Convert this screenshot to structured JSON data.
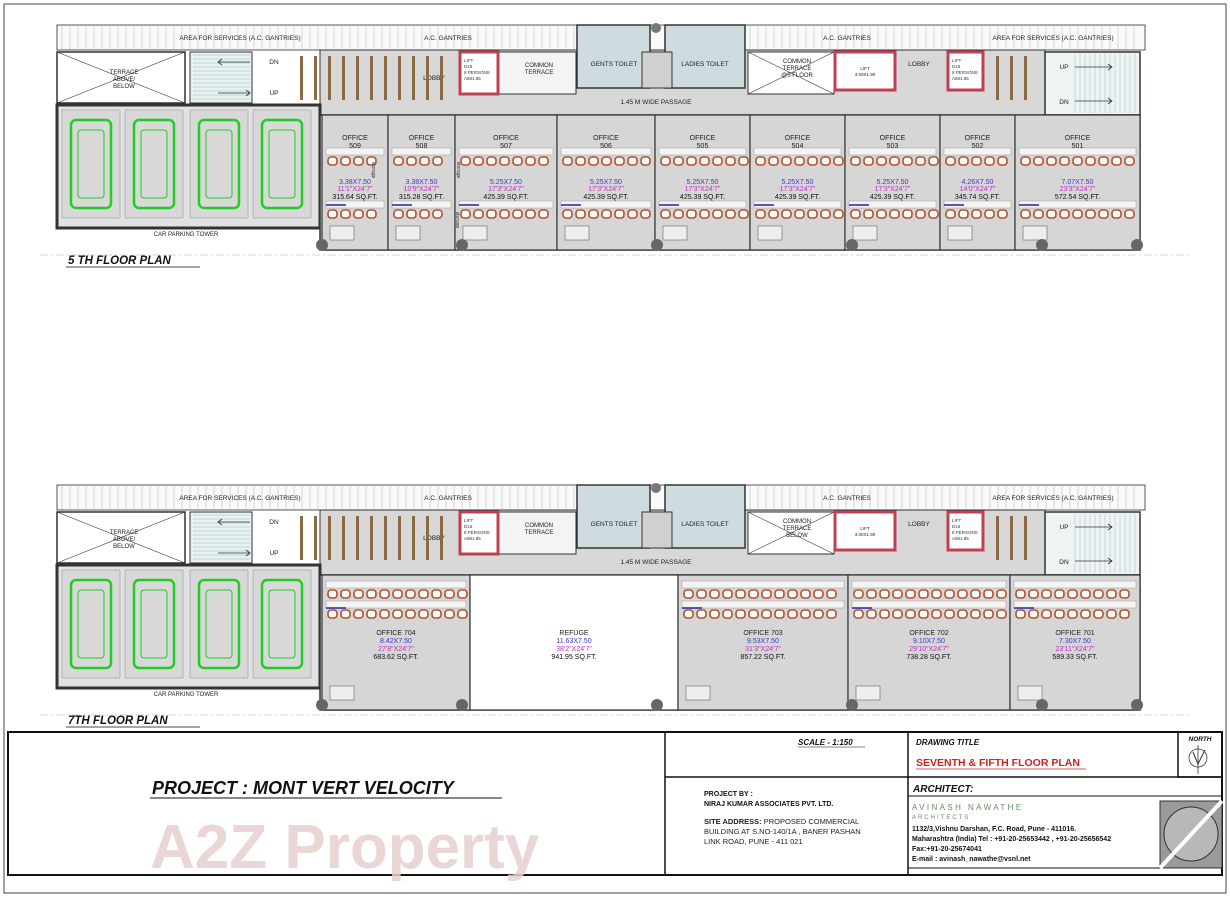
{
  "colors": {
    "wall": "#333333",
    "corridor": "#d8d8d8",
    "toilet": "#cfdcdf",
    "lift": "#c04050",
    "car": "#22cc22",
    "chair": "#b5522a",
    "dims_m": "#3a3ac8",
    "dims_ft": "#c030c0",
    "title_red": "#cc2222"
  },
  "floors": [
    {
      "title": "5 TH  FLOOR PLAN",
      "gantry_left": "AREA FOR SERVICES (A.C. GANTRIES)",
      "gantry_mid_left": "A.C. GANTRIES",
      "gantry_mid_right": "A.C. GANTRIES",
      "gantry_right": "AREA FOR SERVICES (A.C. GANTRIES)",
      "terrace": [
        "TERRACE",
        "ABOVE/",
        "BELOW"
      ],
      "stair_dn": "DN",
      "stair_up": "UP",
      "right_stair_up": "UP",
      "right_stair_dn": "DN",
      "lobby_left": "LOBBY",
      "lobby_right": "LOBBY",
      "lift_left": [
        "LIFT",
        "D16",
        "8 PERSONS",
        "A881.85"
      ],
      "lift_right": [
        "LIFT",
        "D16",
        "8 PERSONS",
        "A881.85"
      ],
      "lift_mid": [
        "LIFT",
        "3.00X1.90"
      ],
      "common_terrace": [
        "COMMON",
        "TERRACE"
      ],
      "gents_toilet": "GENTS TOILET",
      "ladies_toilet": "LADIES TOILET",
      "common_terrace_right": [
        "COMMON",
        "TERRACE",
        "@5 FLOOR"
      ],
      "passage": "1.45 M WIDE PASSAGE",
      "parking": "CAR PARKING TOWER",
      "storage": "storage",
      "offices": [
        {
          "name": "OFFICE",
          "no": "509",
          "dims_m": "3.38X7.50",
          "dims_ft": "11'1\"X24'7\"",
          "area": "315.64 SQ.FT."
        },
        {
          "name": "OFFICE",
          "no": "508",
          "dims_m": "3.38X7.50",
          "dims_ft": "10'9\"X24'7\"",
          "area": "315.28 SQ.FT."
        },
        {
          "name": "OFFICE",
          "no": "507",
          "dims_m": "5.25X7.50",
          "dims_ft": "17'3\"X24'7\"",
          "area": "425.39 SQ.FT."
        },
        {
          "name": "OFFICE",
          "no": "506",
          "dims_m": "5.25X7.50",
          "dims_ft": "17'3\"X24'7\"",
          "area": "425.39 SQ.FT."
        },
        {
          "name": "OFFICE",
          "no": "505",
          "dims_m": "5.25X7.50",
          "dims_ft": "17'3\"X24'7\"",
          "area": "425.39 SQ.FT."
        },
        {
          "name": "OFFICE",
          "no": "504",
          "dims_m": "5.25X7.50",
          "dims_ft": "17'3\"X24'7\"",
          "area": "425.39 SQ.FT."
        },
        {
          "name": "OFFICE",
          "no": "503",
          "dims_m": "5.25X7.50",
          "dims_ft": "17'3\"X24'7\"",
          "area": "425.39 SQ.FT."
        },
        {
          "name": "OFFICE",
          "no": "502",
          "dims_m": "4.26X7.50",
          "dims_ft": "14'0\"X24'7\"",
          "area": "345.74 SQ.FT."
        },
        {
          "name": "OFFICE",
          "no": "501",
          "dims_m": "7.07X7.50",
          "dims_ft": "23'3\"X24'7\"",
          "area": "572.54 SQ.FT."
        }
      ]
    },
    {
      "title": "7TH FLOOR PLAN",
      "gantry_left": "AREA FOR SERVICES (A.C. GANTRIES)",
      "gantry_mid_left": "A.C. GANTRIES",
      "gantry_mid_right": "A.C. GANTRIES",
      "gantry_right": "AREA FOR SERVICES (A.C. GANTRIES)",
      "terrace": [
        "TERRACE",
        "ABOVE/",
        "BELOW"
      ],
      "stair_dn": "DN",
      "stair_up": "UP",
      "right_stair_up": "UP",
      "right_stair_dn": "DN",
      "lobby_left": "LOBBY",
      "lobby_right": "LOBBY",
      "lift_left": [
        "LIFT",
        "D16",
        "8 PERSONS",
        "A881.85"
      ],
      "lift_right": [
        "LIFT",
        "D16",
        "8 PERSONS",
        "A881.85"
      ],
      "lift_mid": [
        "LIFT",
        "3.00X1.90"
      ],
      "common_terrace": [
        "COMMON",
        "TERRACE"
      ],
      "gents_toilet": "GENTS TOILET",
      "ladies_toilet": "LADIES TOILET",
      "common_terrace_right": [
        "COMMON",
        "TERRACE",
        "BELOW"
      ],
      "passage": "1.45 M WIDE PASSAGE",
      "parking": "CAR PARKING TOWER",
      "offices": [
        {
          "name": "OFFICE 704",
          "dims_m": "8.42X7.50",
          "dims_ft": "27'8\"X24'7\"",
          "area": "683.62 SQ.FT."
        },
        {
          "name": "REFUGE",
          "dims_m": "11.63X7.50",
          "dims_ft": "38'2\"X24'7\"",
          "area": "941.95 SQ.FT.",
          "refuge": true
        },
        {
          "name": "OFFICE 703",
          "dims_m": "9.53X7.50",
          "dims_ft": "31'3\"X24'7\"",
          "area": "857.22 SQ.FT."
        },
        {
          "name": "OFFICE 702",
          "dims_m": "9.10X7.50",
          "dims_ft": "29'10\"X24'7\"",
          "area": "738.28 SQ.FT."
        },
        {
          "name": "OFFICE 701",
          "dims_m": "7.30X7.50",
          "dims_ft": "23'11\"X24'7\"",
          "area": "589.33 SQ.FT."
        }
      ]
    }
  ],
  "title_block": {
    "project": "PROJECT : MONT VERT VELOCITY",
    "scale_label": "SCALE - ",
    "scale_value": "1:150",
    "drawing_title_label": "DRAWING TITLE",
    "drawing_title": "SEVENTH & FIFTH FLOOR PLAN",
    "north": "NORTH",
    "project_by_label": "PROJECT BY :",
    "project_by": "NIRAJ KUMAR ASSOCIATES PVT. LTD.",
    "site_address_label": "SITE ADDRESS:",
    "site_address_1": " PROPOSED COMMERCIAL",
    "site_address_2": "BUILDING AT  S.NO-140/1A , BANER PASHAN",
    "site_address_3": "LINK ROAD, PUNE  - 411 021",
    "architect_label": "ARCHITECT:",
    "architect_name": "AVINASH NAWATHE",
    "architect_sub": "ARCHITECTS",
    "address_1": "1132/3,Vishnu Darshan, F.C. Road, Pune - 411016.",
    "address_2": "Maharashtra (India) Tel :  +91-20-25653442 , +91-20-25656542",
    "fax": "Fax:+91-20-25674041",
    "email": "E-mail : avinash_nawathe@vsnl.net",
    "watermark": "A2Z Property"
  }
}
